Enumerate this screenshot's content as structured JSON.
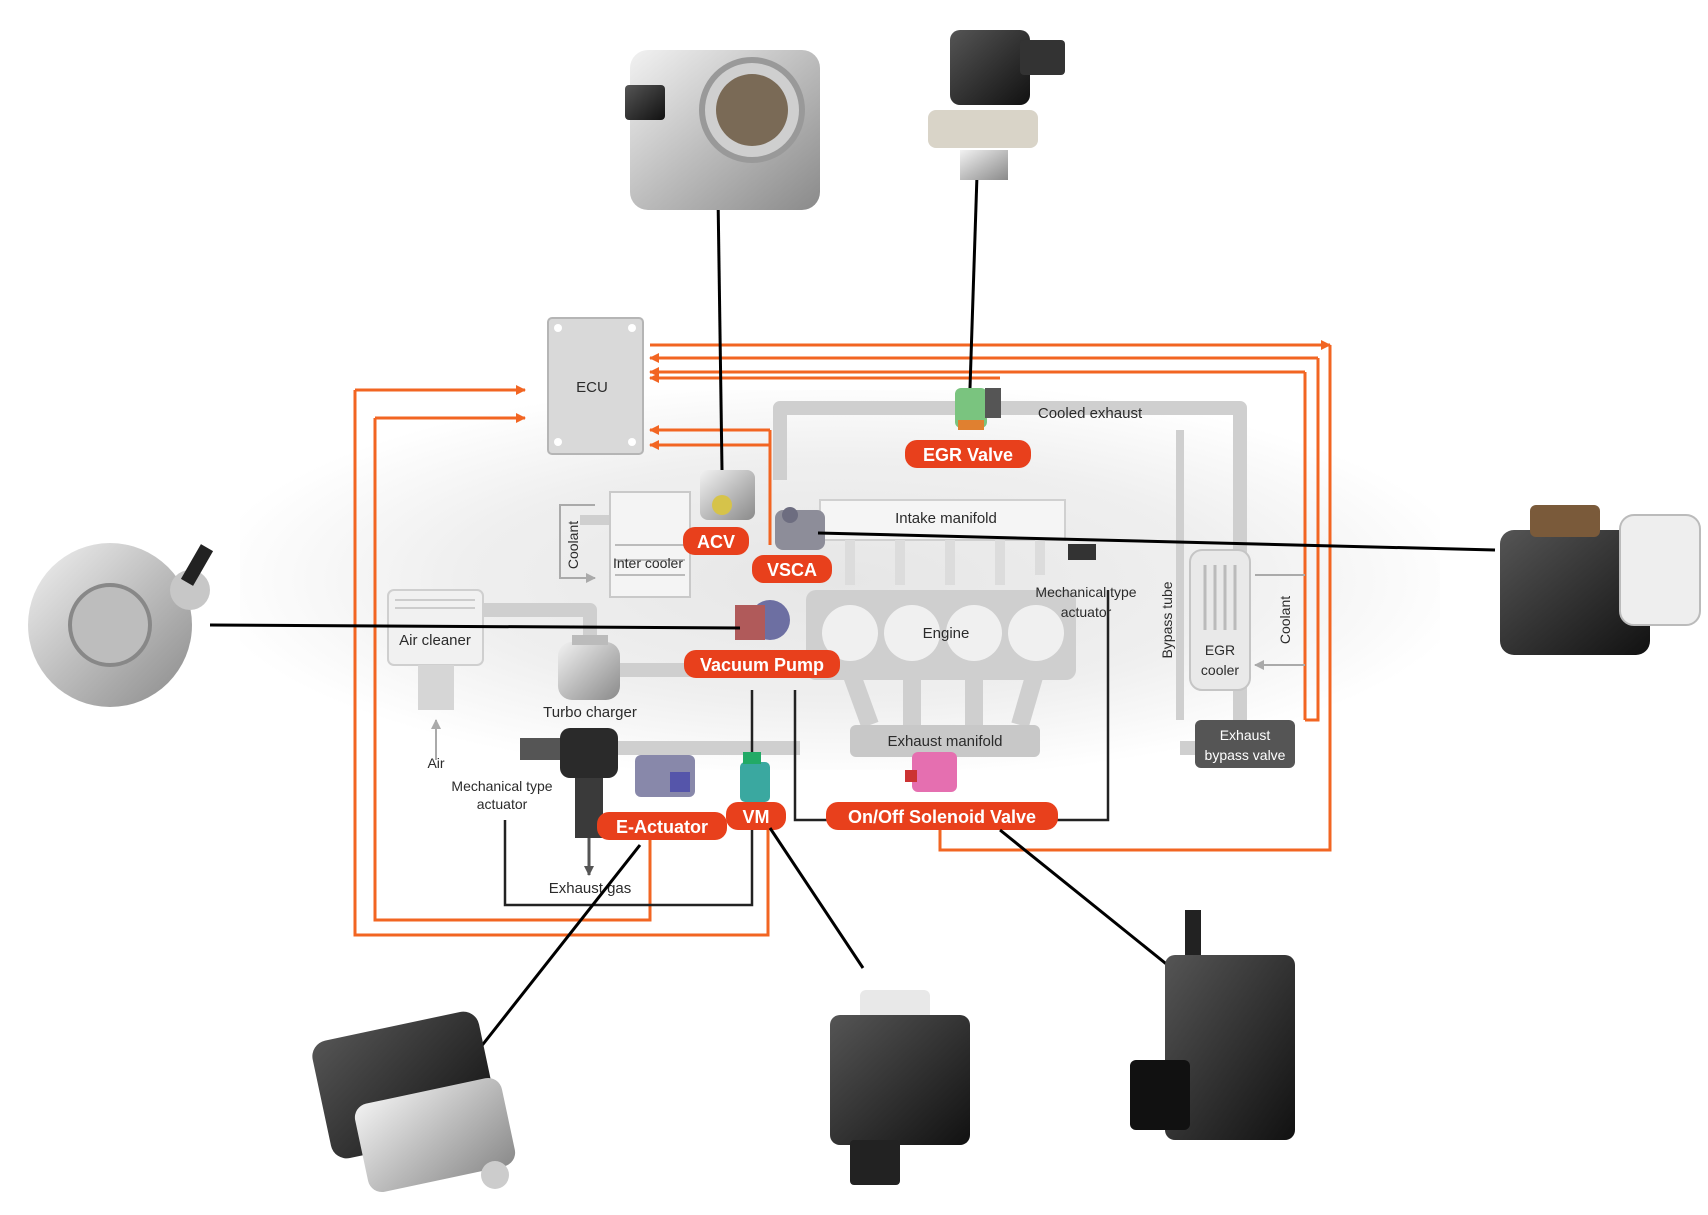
{
  "title": "",
  "components": {
    "ecu": "ECU",
    "egr_valve": "EGR Valve",
    "acv": "ACV",
    "vsca": "VSCA",
    "vacuum_pump": "Vacuum Pump",
    "e_actuator": "E-Actuator",
    "vm": "VM",
    "onoff_solenoid": "On/Off Solenoid Valve"
  },
  "labels": {
    "cooled_exhaust": "Cooled exhaust",
    "intake_manifold": "Intake manifold",
    "coolant_left": "Coolant",
    "coolant_right": "Coolant",
    "inter_cooler": "Inter cooler",
    "air_cleaner": "Air cleaner",
    "engine": "Engine",
    "mech_actuator_right_1": "Mechanical type",
    "mech_actuator_right_2": "actuator",
    "bypass_tube": "Bypass tube",
    "egr_cooler_1": "EGR",
    "egr_cooler_2": "cooler",
    "turbo_charger": "Turbo charger",
    "exhaust_manifold": "Exhaust manifold",
    "exhaust_bypass_1": "Exhaust",
    "exhaust_bypass_2": "bypass valve",
    "air": "Air",
    "mech_actuator_left_1": "Mechanical type",
    "mech_actuator_left_2": "actuator",
    "exhaust_gas": "Exhaust gas"
  },
  "colors": {
    "signal_line": "#f26522",
    "tag_fill": "#e8401c",
    "pipe": "#cfcfcf",
    "leader_line": "#000000"
  }
}
